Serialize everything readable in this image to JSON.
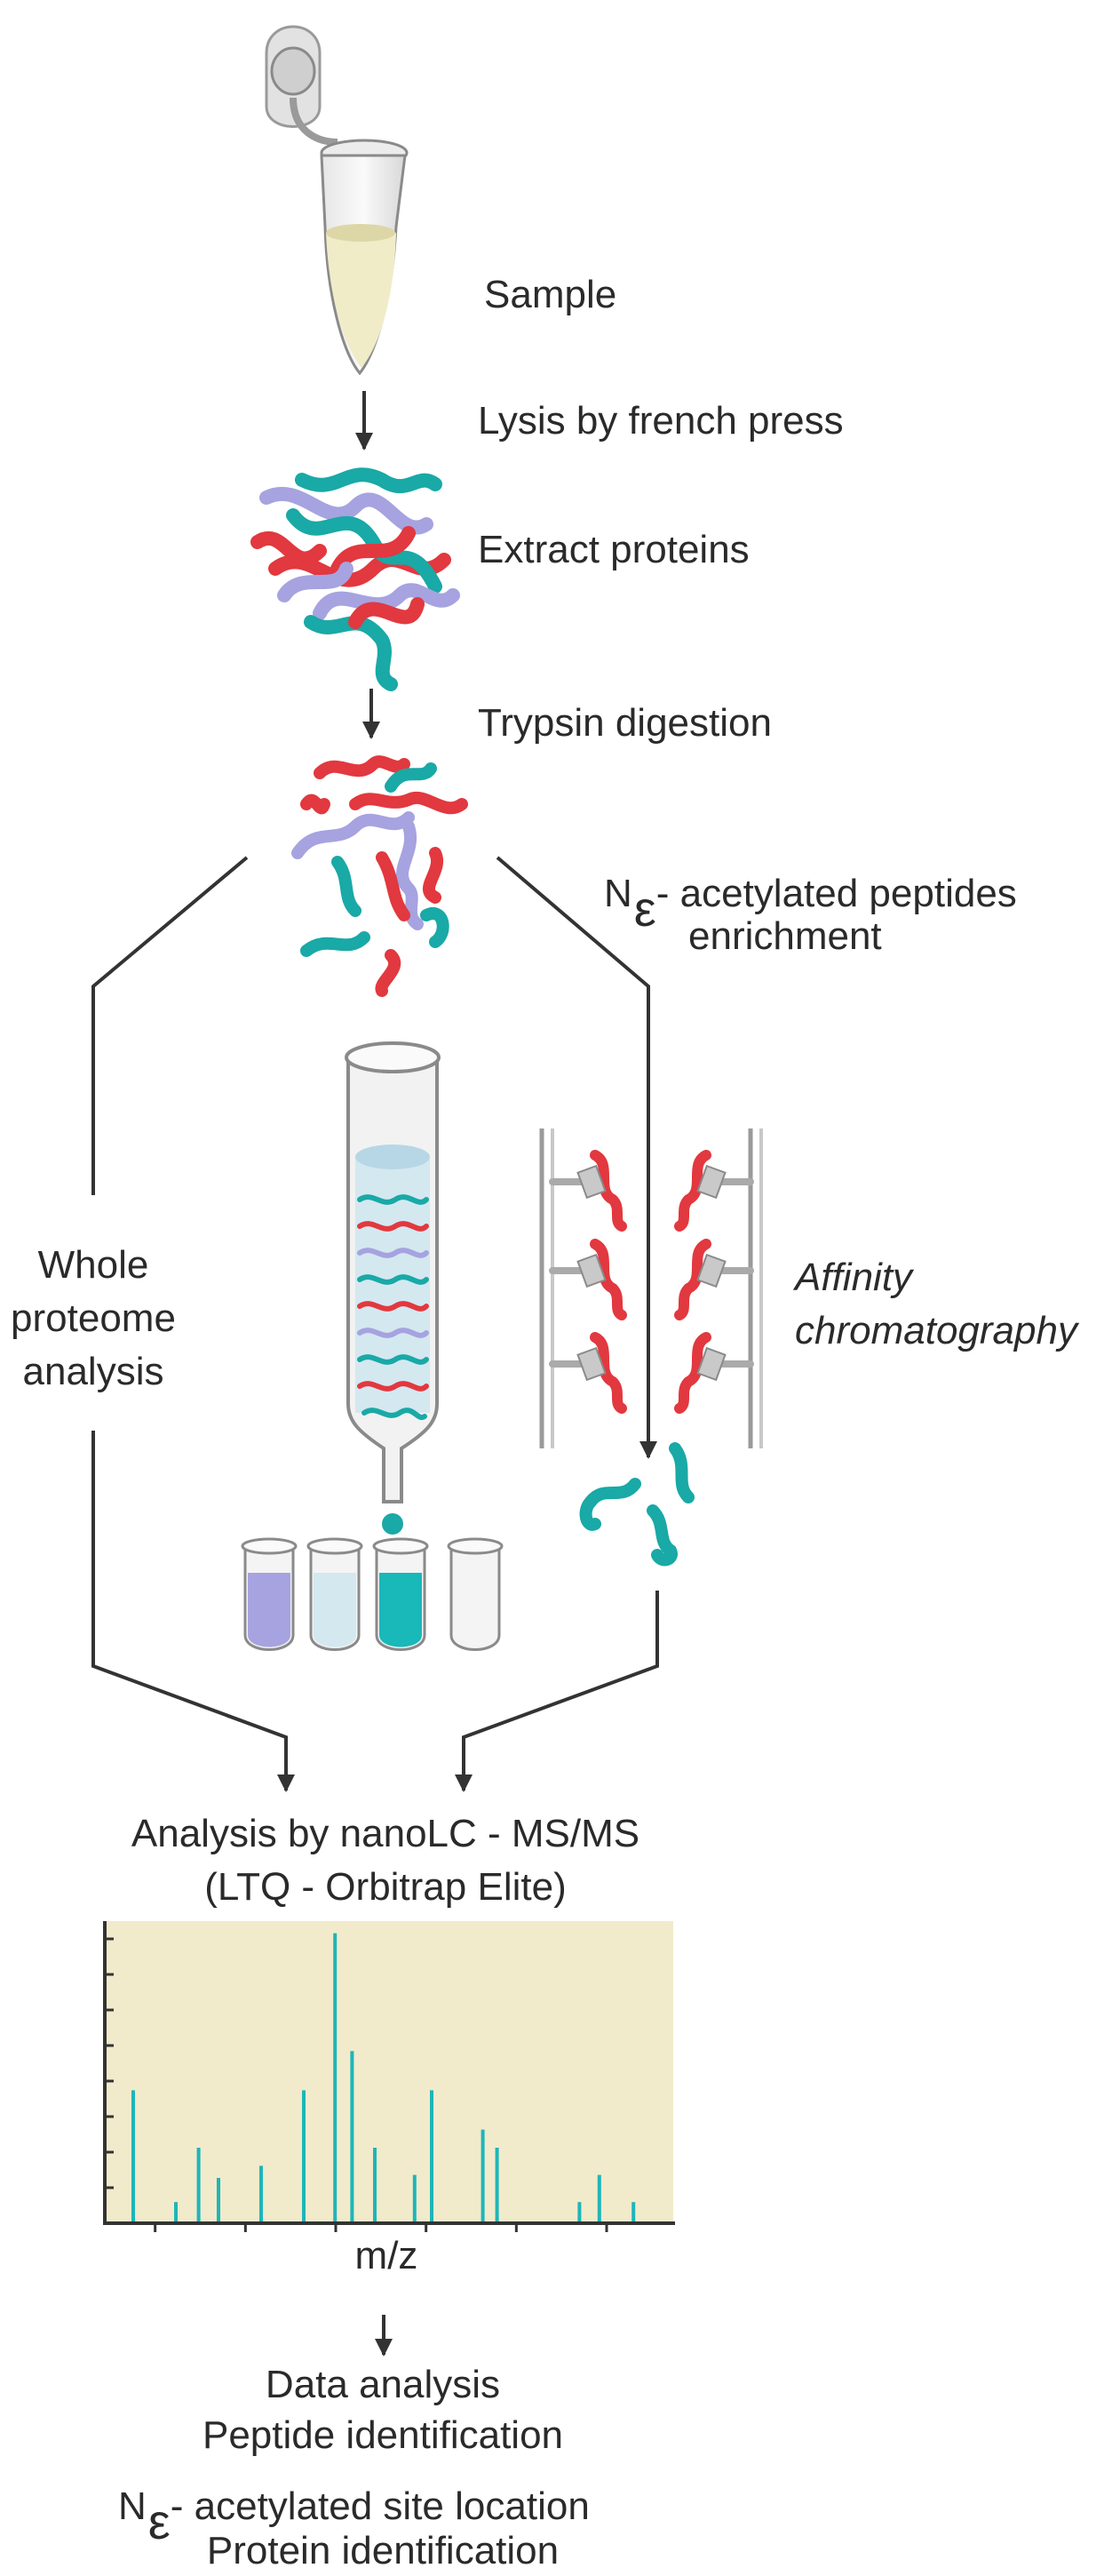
{
  "steps": {
    "sample": "Sample",
    "lysis": "Lysis by french press",
    "extract": "Extract proteins",
    "trypsin": "Trypsin digestion",
    "enrichment_n": "N",
    "enrichment_eps": "ε",
    "enrichment_line1": "- acetylated peptides",
    "enrichment_line2": "enrichment",
    "whole_line1": "Whole",
    "whole_line2": "proteome",
    "whole_line3": "analysis",
    "affinity_line1": "Affinity",
    "affinity_line2": "chromatography",
    "analysis_line1": "Analysis by nanoLC - MS/MS",
    "analysis_line2": "(LTQ - Orbitrap Elite)",
    "mz": "m/z",
    "data_line1": "Data analysis",
    "data_line2": "Peptide identification",
    "data_n": "N",
    "data_eps": "ε",
    "data_line3": "- acetylated site location",
    "data_line4": "Protein identification"
  },
  "colors": {
    "red": "#e2383f",
    "teal": "#19a9a6",
    "lavender": "#a6a3e0",
    "spectrum_bg": "#f1ebcb",
    "spectrum_line": "#1fb5b8",
    "arrow": "#333333"
  },
  "spectrum_peaks": [
    {
      "x": 1,
      "h": 0.44
    },
    {
      "x": 2.5,
      "h": 0.07
    },
    {
      "x": 3.3,
      "h": 0.25
    },
    {
      "x": 4,
      "h": 0.15
    },
    {
      "x": 5.5,
      "h": 0.19
    },
    {
      "x": 7,
      "h": 0.44
    },
    {
      "x": 8.1,
      "h": 0.96
    },
    {
      "x": 8.7,
      "h": 0.57
    },
    {
      "x": 9.5,
      "h": 0.25
    },
    {
      "x": 10.9,
      "h": 0.16
    },
    {
      "x": 11.5,
      "h": 0.44
    },
    {
      "x": 13.3,
      "h": 0.31
    },
    {
      "x": 13.8,
      "h": 0.25
    },
    {
      "x": 16.7,
      "h": 0.07
    },
    {
      "x": 17.4,
      "h": 0.16
    },
    {
      "x": 18.6,
      "h": 0.07
    }
  ]
}
